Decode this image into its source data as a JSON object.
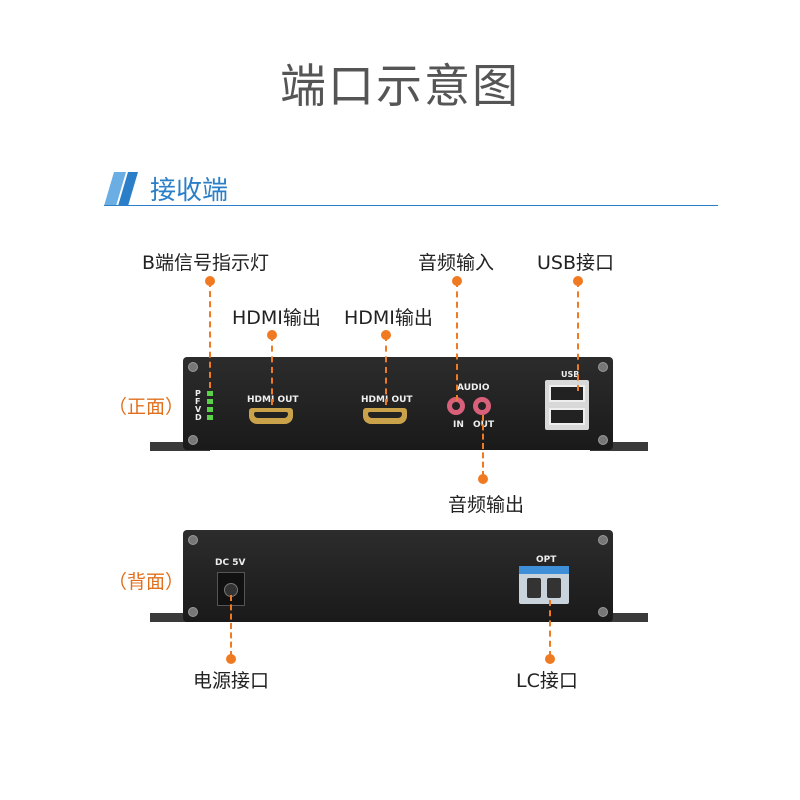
{
  "page_title": "端口示意图",
  "section": {
    "title": "接收端"
  },
  "colors": {
    "accent_blue": "#2a7fc8",
    "callout_orange": "#f07a22",
    "device_body": "#222222"
  },
  "front": {
    "side_label": "（正面）",
    "callouts": {
      "led": "B端信号指示灯",
      "hdmi1": "HDMI输出",
      "hdmi2": "HDMI输出",
      "audio_in": "音频输入",
      "usb": "USB接口",
      "audio_out": "音频输出"
    },
    "silk": {
      "hdmi1": "HDMI OUT",
      "hdmi2": "HDMI OUT",
      "audio": "AUDIO",
      "in": "IN",
      "out": "OUT",
      "usb": "USB",
      "leds": [
        "P",
        "F",
        "V",
        "D"
      ]
    }
  },
  "back": {
    "side_label": "（背面）",
    "callouts": {
      "power": "电源接口",
      "lc": "LC接口"
    },
    "silk": {
      "dc": "DC 5V",
      "opt": "OPT"
    }
  }
}
